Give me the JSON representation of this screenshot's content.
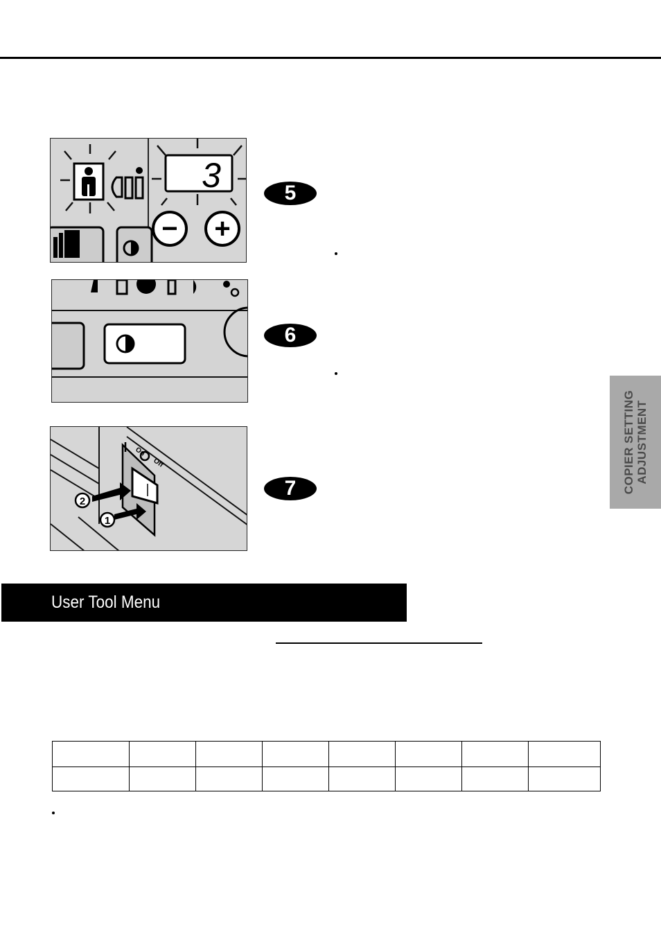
{
  "steps": [
    {
      "number": "5"
    },
    {
      "number": "6"
    },
    {
      "number": "7"
    }
  ],
  "panel1": {
    "display_value": "3",
    "minus_symbol": "−",
    "plus_symbol": "+"
  },
  "panel3": {
    "label_on": "On",
    "label_off": "Off",
    "callout_1": "1",
    "callout_2": "2"
  },
  "side_tab": {
    "line1": "COPIER SETTING",
    "line2": "ADJUSTMENT"
  },
  "section": {
    "title": "User Tool Menu"
  },
  "table": {
    "columns": 8,
    "rows": 2
  }
}
